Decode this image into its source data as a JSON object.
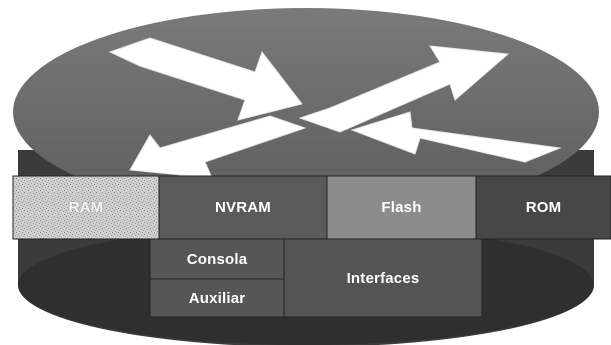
{
  "diagram": {
    "icon": "router-icon",
    "components": {
      "ram": "RAM",
      "nvram": "NVRAM",
      "flash": "Flash",
      "rom": "ROM",
      "console": "Consola",
      "auxiliary": "Auxiliar",
      "interfaces": "Interfaces"
    },
    "colors": {
      "router_top": "#6b6b6b",
      "router_side": "#3a3a3a",
      "ram": "#c9c9c9",
      "nvram": "#5a5a5a",
      "flash": "#8c8c8c",
      "rom": "#4a4a4a",
      "ports": "#545454",
      "arrows": "#ffffff"
    }
  }
}
